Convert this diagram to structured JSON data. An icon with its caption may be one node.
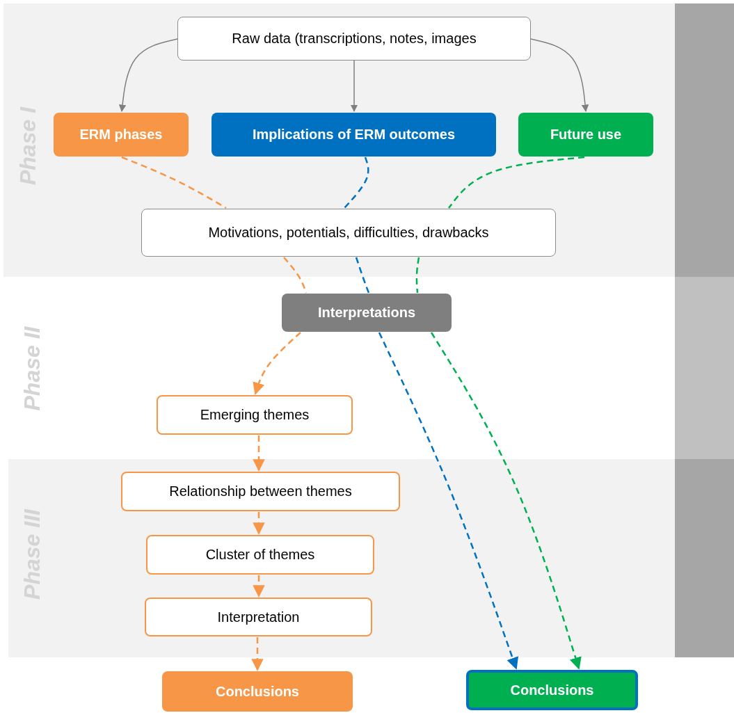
{
  "diagram": {
    "nodes": [
      {
        "text": [
          "Raw data (transcriptions, notes, images"
        ]
      },
      {
        "text": [
          "ERM phases"
        ]
      },
      {
        "text": [
          "Implications of ERM outcomes"
        ]
      },
      {
        "text": [
          "Future use"
        ]
      },
      {
        "text": [
          "Motivations, potentials, difficulties, drawbacks"
        ]
      },
      {
        "text": [
          "Interpretations"
        ]
      },
      {
        "text": [
          "Emerging themes"
        ]
      },
      {
        "text": [
          "Relationship between themes"
        ]
      },
      {
        "text": [
          "Cluster of themes"
        ]
      },
      {
        "text": [
          "Interpretation"
        ]
      },
      {
        "text": [
          "Conclusions"
        ]
      },
      {
        "text": [
          "Conclusions"
        ]
      },
      {
        "text": [],
        "shape": "bar"
      },
      {
        "text": [],
        "shape": "bar"
      },
      {
        "text": [],
        "shape": "bar"
      }
    ],
    "edges": [
      {
        "from": 0,
        "to": 1,
        "arrow": "to",
        "color": "#7f7f7f"
      },
      {
        "from": 0,
        "to": 2,
        "arrow": "to",
        "color": "#7f7f7f"
      },
      {
        "from": 0,
        "to": 3,
        "arrow": "to",
        "color": "#7f7f7f"
      },
      {
        "from": 1,
        "to": 4,
        "arrow": "none",
        "style": "dashed",
        "color": "#f79646"
      },
      {
        "from": 2,
        "to": 4,
        "arrow": "none",
        "style": "dashed",
        "color": "#0070c0"
      },
      {
        "from": 3,
        "to": 4,
        "arrow": "none",
        "style": "dashed",
        "color": "#00b050"
      },
      {
        "from": 4,
        "to": 5,
        "arrow": "none",
        "style": "dashed",
        "color": "#f79646"
      },
      {
        "from": 4,
        "to": 5,
        "arrow": "none",
        "style": "dashed",
        "color": "#0070c0"
      },
      {
        "from": 4,
        "to": 5,
        "arrow": "none",
        "style": "dashed",
        "color": "#00b050"
      },
      {
        "from": 5,
        "to": 6,
        "arrow": "to",
        "style": "dashed",
        "color": "#f79646"
      },
      {
        "from": 5,
        "to": 11,
        "arrow": "to",
        "style": "dashed",
        "color": "#0070c0"
      },
      {
        "from": 5,
        "to": 11,
        "arrow": "to",
        "style": "dashed",
        "color": "#00b050"
      },
      {
        "from": 6,
        "to": 7,
        "arrow": "to",
        "style": "dashed",
        "color": "#f79646"
      },
      {
        "from": 7,
        "to": 8,
        "arrow": "to",
        "style": "dashed",
        "color": "#f79646"
      },
      {
        "from": 8,
        "to": 9,
        "arrow": "to",
        "style": "dashed",
        "color": "#f79646"
      },
      {
        "from": 9,
        "to": 10,
        "arrow": "to",
        "style": "dashed",
        "color": "#f79646"
      }
    ],
    "labels": [
      "Phase I",
      "Phase II",
      "Phase III"
    ]
  }
}
